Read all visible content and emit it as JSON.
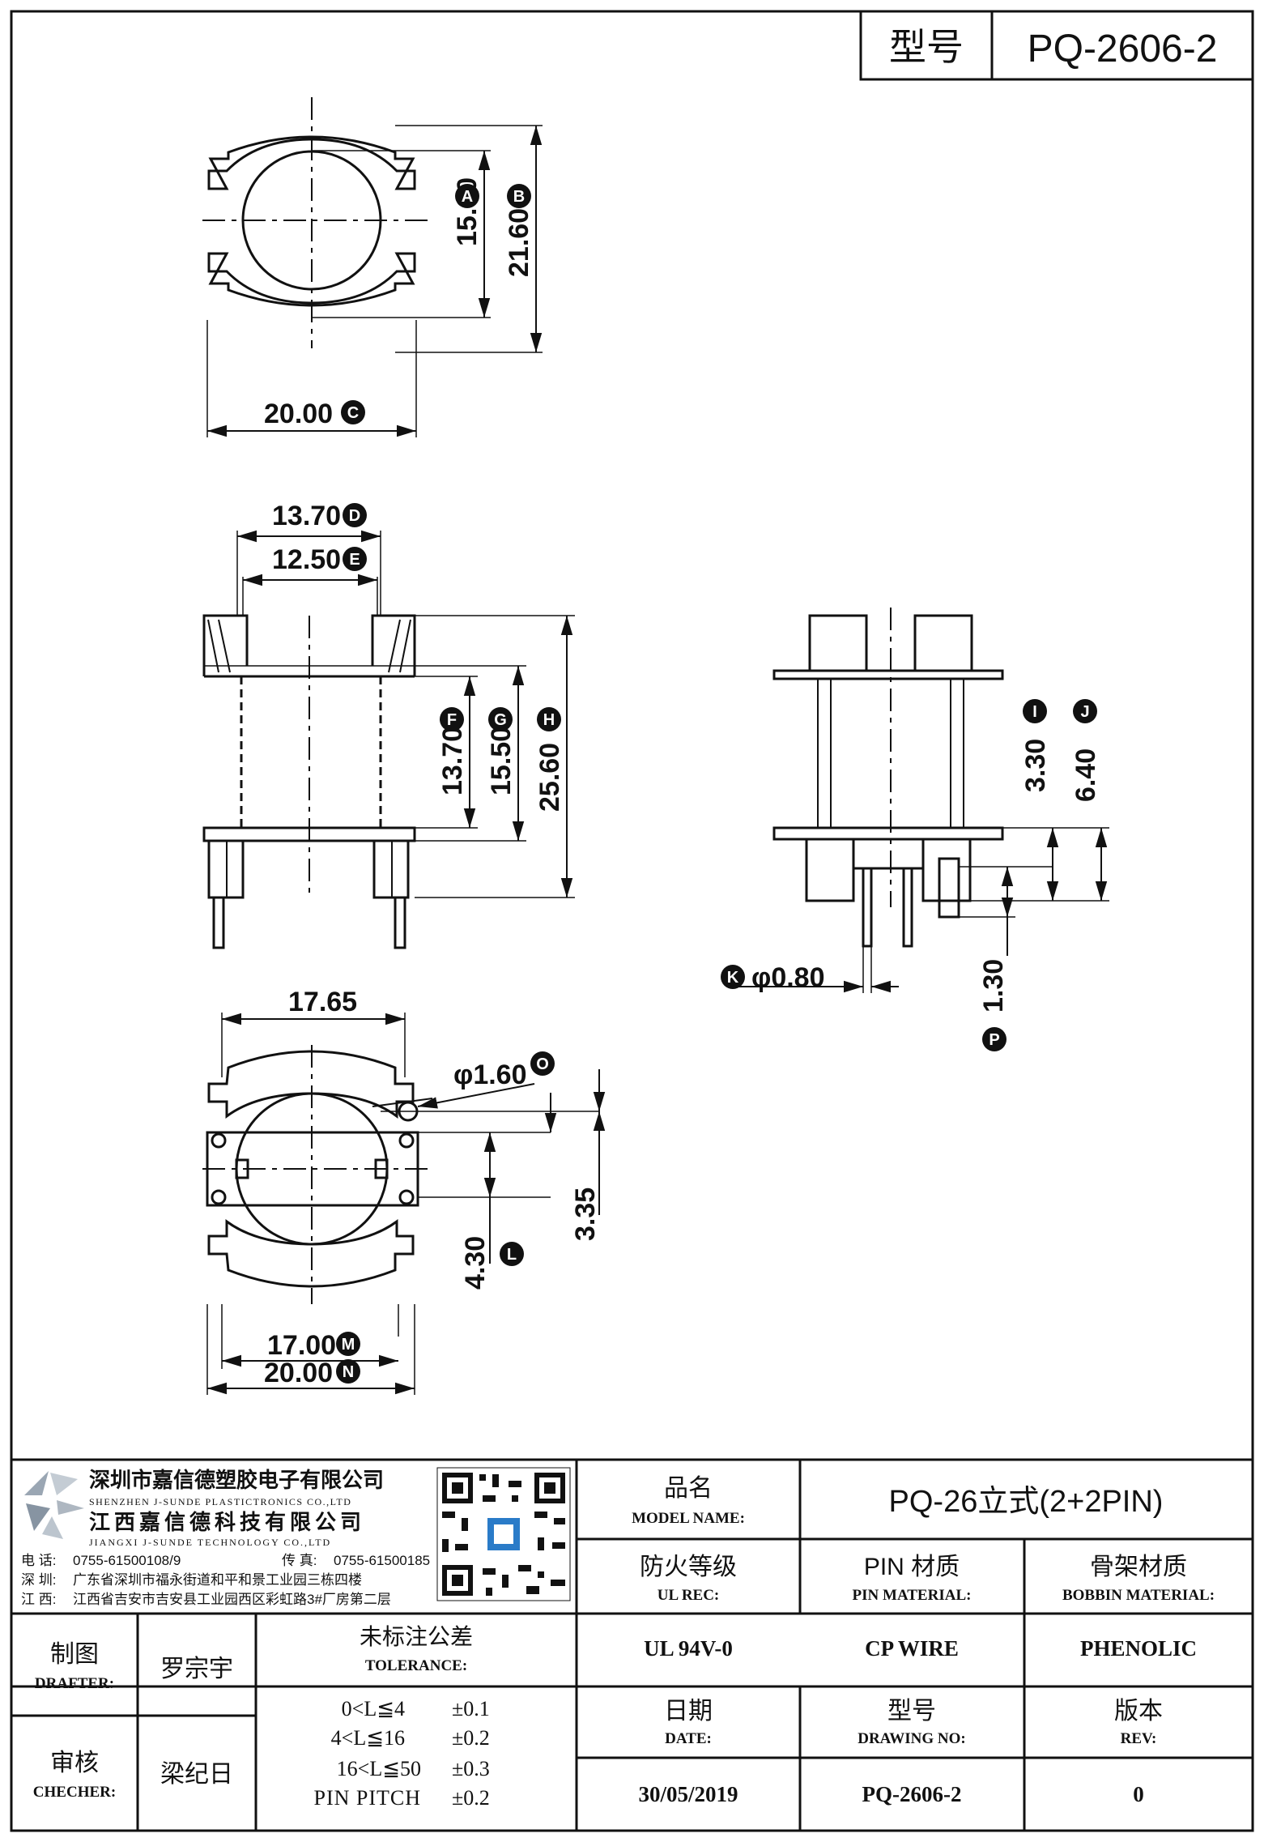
{
  "header": {
    "type_label": "型号",
    "part_no": "PQ-2606-2"
  },
  "dims": {
    "A": {
      "value": "15.00",
      "letter": "A"
    },
    "B": {
      "value": "21.60",
      "letter": "B"
    },
    "C": {
      "value": "20.00",
      "letter": "C"
    },
    "D": {
      "value": "13.70",
      "letter": "D"
    },
    "E": {
      "value": "12.50",
      "letter": "E"
    },
    "F": {
      "value": "13.70",
      "letter": "F"
    },
    "G": {
      "value": "15.50",
      "letter": "G"
    },
    "H": {
      "value": "25.60",
      "letter": "H"
    },
    "I": {
      "value": "3.30",
      "letter": "I"
    },
    "J": {
      "value": "6.40",
      "letter": "J"
    },
    "K": {
      "value": "φ0.80",
      "letter": "K"
    },
    "P": {
      "value": "1.30",
      "letter": "P"
    },
    "top_width": {
      "value": "17.65"
    },
    "O": {
      "value": "φ1.60",
      "letter": "O"
    },
    "pitch": {
      "value": "3.35"
    },
    "L": {
      "value": "4.30",
      "letter": "L"
    },
    "M": {
      "value": "17.00",
      "letter": "M"
    },
    "N": {
      "value": "20.00",
      "letter": "N"
    }
  },
  "company": {
    "name_cn_1": "深圳市嘉信德塑胶电子有限公司",
    "name_en_1": "SHENZHEN J-SUNDE PLASTICTRONICS CO.,LTD",
    "name_cn_2": "江西嘉信德科技有限公司",
    "name_en_2": "JIANGXI J-SUNDE TECHNOLOGY CO.,LTD",
    "phone_label": "电 话:",
    "phone": "0755-61500108/9",
    "fax_label": "传 真:",
    "fax": "0755-61500185",
    "addr1_label": "深 圳:",
    "addr1": "广东省深圳市福永街道和平和景工业园三栋四楼",
    "addr2_label": "江 西:",
    "addr2": "江西省吉安市吉安县工业园西区彩虹路3#厂房第二层"
  },
  "title_block": {
    "model_name_cn": "品名",
    "model_name_en": "MODEL NAME:",
    "model_name_value": "PQ-26立式(2+2PIN)",
    "ul_cn": "防火等级",
    "ul_en": "UL REC:",
    "ul_value": "UL 94V-0",
    "pin_cn": "PIN 材质",
    "pin_en": "PIN MATERIAL:",
    "pin_value": "CP WIRE",
    "bobbin_cn": "骨架材质",
    "bobbin_en": "BOBBIN MATERIAL:",
    "bobbin_value": "PHENOLIC",
    "drafter_cn": "制图",
    "drafter_en": "DRAFTER:",
    "drafter_value": "罗宗宇",
    "checker_cn": "审核",
    "checker_en": "CHECHER:",
    "checker_value": "梁纪日",
    "tol_cn": "未标注公差",
    "tol_en": "TOLERANCE:",
    "tolerances": [
      {
        "range": "0<L≦4",
        "value": "±0.1"
      },
      {
        "range": "4<L≦16",
        "value": "±0.2"
      },
      {
        "range": "16<L≦50",
        "value": "±0.3"
      },
      {
        "range": "PIN PITCH",
        "value": "±0.2"
      }
    ],
    "date_cn": "日期",
    "date_en": "DATE:",
    "date_value": "30/05/2019",
    "dwg_cn": "型号",
    "dwg_en": "DRAWING NO:",
    "dwg_value": "PQ-2606-2",
    "rev_cn": "版本",
    "rev_en": "REV:",
    "rev_value": "0"
  }
}
